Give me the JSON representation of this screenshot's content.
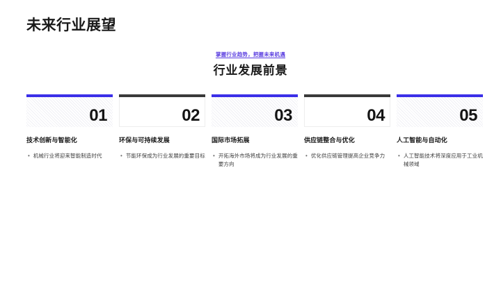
{
  "slide": {
    "title": "未来行业展望",
    "header": {
      "kicker": "掌握行业趋势，把握未来机遇",
      "heading": "行业发展前景"
    },
    "accent_color_primary": "#3B2FE8",
    "accent_color_secondary": "#3A3A3A",
    "kicker_color": "#5B3FE0",
    "cards": [
      {
        "number": "01",
        "bar_style": "blue",
        "body_style": "striped",
        "title": "技术创新与智能化",
        "bullets": [
          {
            "marker": "•",
            "text": "机械行业将迎来智能制造时代"
          }
        ]
      },
      {
        "number": "02",
        "bar_style": "dark",
        "body_style": "plain",
        "title": "环保与可持续发展",
        "bullets": [
          {
            "marker": "•",
            "text": "节能环保成为行业发展的重要目标"
          }
        ]
      },
      {
        "number": "03",
        "bar_style": "blue",
        "body_style": "striped",
        "title": "国际市场拓展",
        "bullets": [
          {
            "marker": "•",
            "text": "开拓海外市场将成为行业发展的重要方向"
          }
        ]
      },
      {
        "number": "04",
        "bar_style": "dark",
        "body_style": "plain",
        "title": "供应链整合与优化",
        "bullets": [
          {
            "marker": "•",
            "text": "优化供应链管理提高企业竞争力"
          }
        ]
      },
      {
        "number": "05",
        "bar_style": "blue",
        "body_style": "striped",
        "title": "人工智能与自动化",
        "bullets": [
          {
            "marker": "•",
            "text": "人工智能技术将深度应用于工业机械领域"
          }
        ]
      }
    ]
  }
}
